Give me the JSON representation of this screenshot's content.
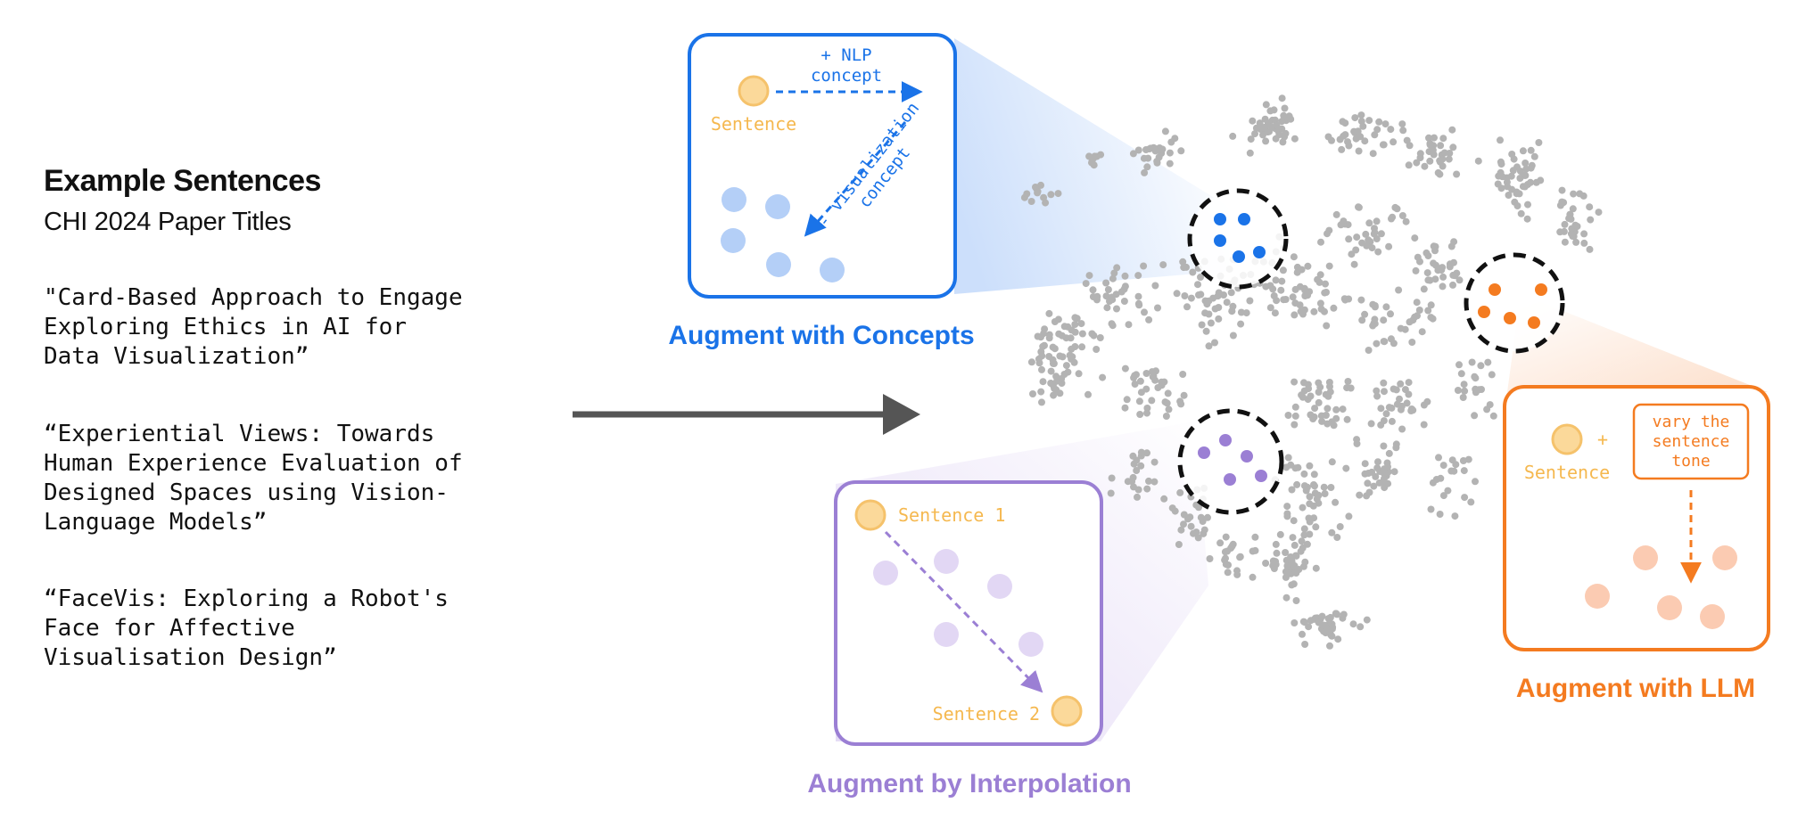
{
  "left_panel": {
    "title": "Example Sentences",
    "subtitle": "CHI 2024 Paper Titles",
    "sentences": [
      "\"Card-Based Approach to Engage\nExploring Ethics in AI for\nData Visualization”",
      "“Experiential Views: Towards\nHuman Experience Evaluation of\nDesigned Spaces using Vision-\nLanguage Models”",
      "“FaceVis: Exploring a Robot's\nFace for Affective\nVisualisation Design”"
    ]
  },
  "concepts_box": {
    "caption": "Augment with Concepts",
    "sentence_label": "Sentence",
    "nlp_concept_line1": "+ NLP",
    "nlp_concept_line2": "concept",
    "vis_concept_line1": "- visualization",
    "vis_concept_line2": "concept"
  },
  "interpolation_box": {
    "caption": "Augment by Interpolation",
    "sentence1_label": "Sentence 1",
    "sentence2_label": "Sentence 2"
  },
  "llm_box": {
    "caption": "Augment with LLM",
    "sentence_label": "Sentence",
    "plus": "+",
    "prompt_line1": "vary the",
    "prompt_line2": "sentence",
    "prompt_line3": "tone"
  },
  "colors": {
    "concepts": "#1a73e8",
    "interpolation": "#9b7fd4",
    "llm": "#f47b20",
    "sentence_node": "#f5c26b",
    "scatter_gray": "#b3b3b3"
  }
}
